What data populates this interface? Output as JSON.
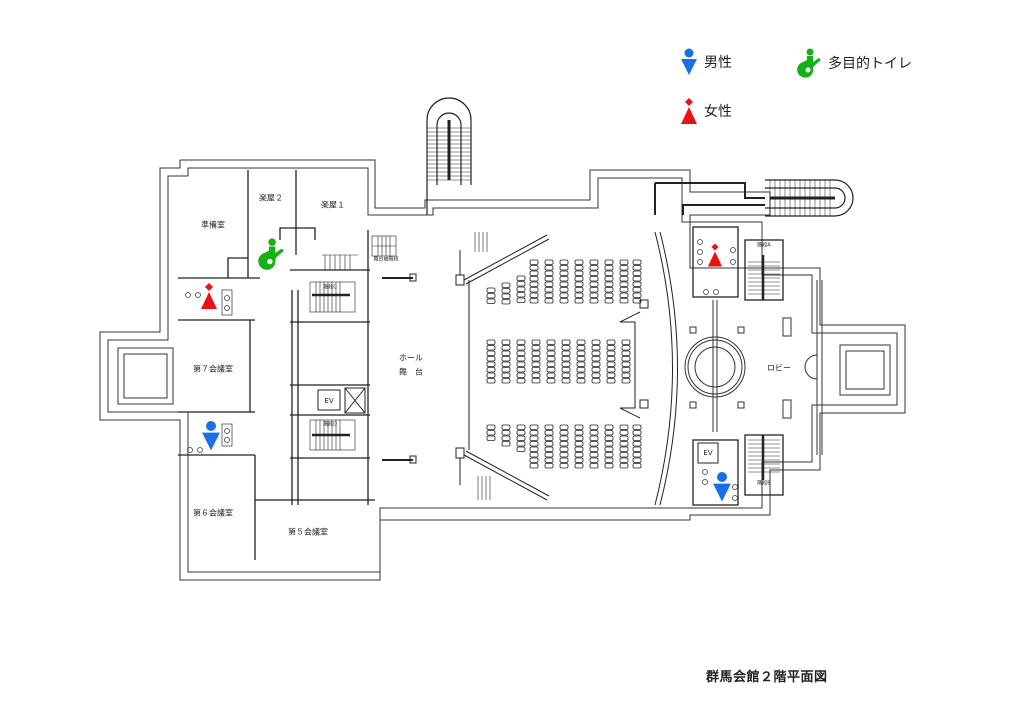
{
  "title": "群馬会館２階平面図",
  "legend": {
    "male": {
      "label": "男性",
      "color": "#1a6fe8",
      "icon": "male-toilet-icon"
    },
    "female": {
      "label": "女性",
      "color": "#ee1111",
      "icon": "female-toilet-icon"
    },
    "accessible": {
      "label": "多目的トイレ",
      "color": "#16b016",
      "icon": "accessible-toilet-icon"
    }
  },
  "rooms": {
    "prep_room": "準備室",
    "green_room_2": "楽屋２",
    "green_room_1": "楽屋１",
    "meeting_7": "第７会議室",
    "meeting_6": "第６会議室",
    "meeting_5": "第５会議室",
    "hall_stage_line1": "ホール",
    "hall_stage_line2": "舞　台",
    "lobby": "ロビー",
    "ev_west": "EV",
    "ev_east": "EV",
    "stair_a": "階段A",
    "stair_b": "階段B",
    "stair_c": "階段C",
    "stair_d": "階段D",
    "stage_stair": "舞台袖階段"
  },
  "markers": [
    {
      "type": "accessible",
      "location": "楽屋２ near corridor"
    },
    {
      "type": "female",
      "location": "west wing restroom"
    },
    {
      "type": "male",
      "location": "west wing restroom"
    },
    {
      "type": "female",
      "location": "east lobby restroom"
    },
    {
      "type": "male",
      "location": "east lobby restroom"
    }
  ]
}
